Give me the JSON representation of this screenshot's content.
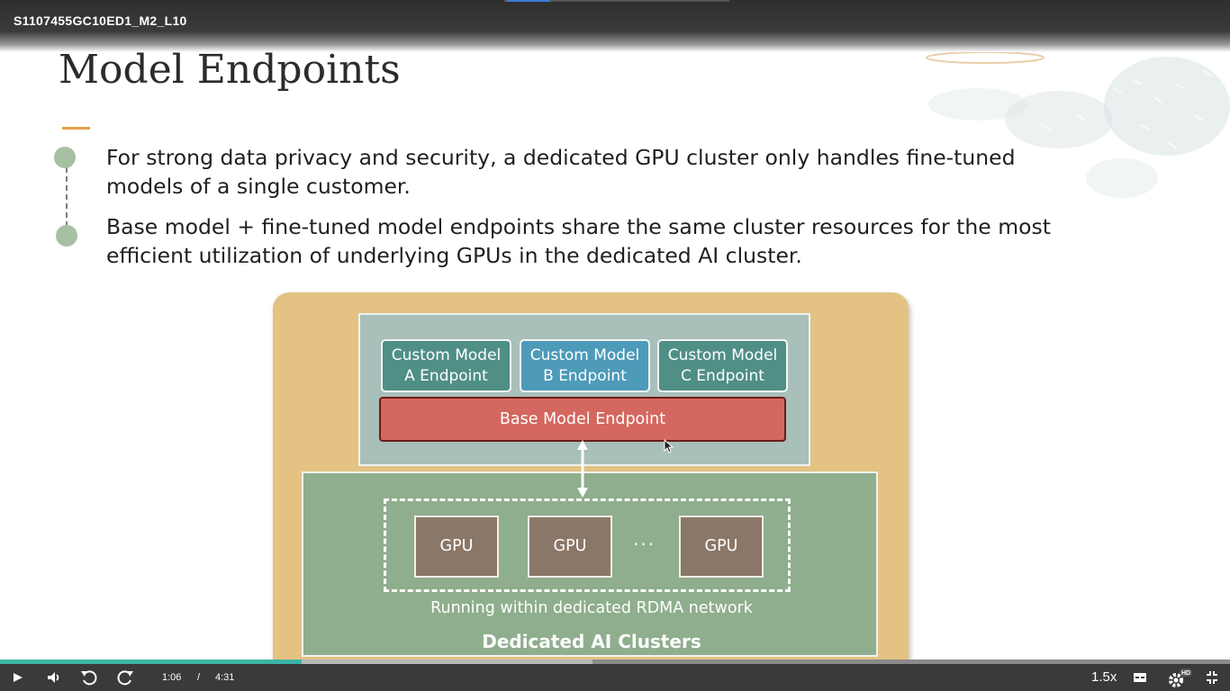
{
  "window": {
    "title": "S1107455GC10ED1_M2_L10"
  },
  "slide": {
    "title": "Model Endpoints",
    "bullets": [
      "For strong data privacy and security, a dedicated GPU cluster only handles fine-tuned models of a single customer.",
      "Base model + fine-tuned model endpoints share the same cluster resources for the most efficient utilization of underlying GPUs in the dedicated AI cluster."
    ]
  },
  "diagram": {
    "endpoints": [
      {
        "line1": "Custom Model",
        "line2": "A Endpoint"
      },
      {
        "line1": "Custom Model",
        "line2": "B Endpoint"
      },
      {
        "line1": "Custom Model",
        "line2": "C Endpoint"
      }
    ],
    "base_endpoint": "Base Model Endpoint",
    "gpus": [
      "GPU",
      "GPU",
      "GPU"
    ],
    "ellipsis": "...",
    "network_label": "Running within dedicated RDMA network",
    "cluster_label": "Dedicated AI Clusters"
  },
  "player": {
    "current_time": "1:06",
    "separator": "/",
    "duration": "4:31",
    "speed": "1.5x",
    "hd_badge": "HD",
    "progress_played": 0.245,
    "progress_buffered": 0.482,
    "icons": [
      "play-icon",
      "volume-icon",
      "rewind-icon",
      "forward-icon",
      "captions-icon",
      "settings-icon",
      "exit-fullscreen-icon"
    ]
  },
  "colors": {
    "progress_played": "#3cb5a6",
    "accent": "#e3a24b",
    "base_endpoint": "#d4675f",
    "endpoint_teal": "#4f8f86",
    "endpoint_blue": "#4d9ab9"
  }
}
